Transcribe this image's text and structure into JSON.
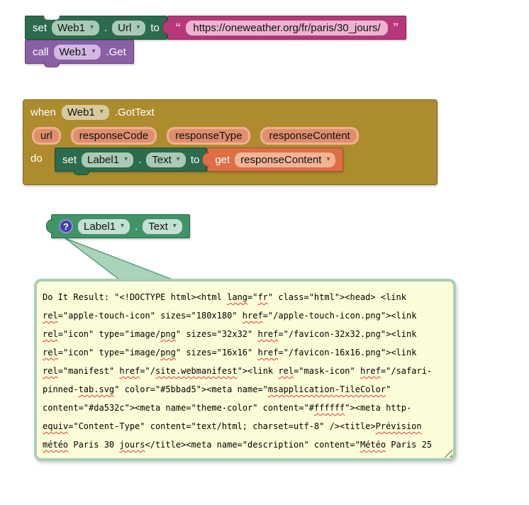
{
  "icons": {
    "dropdown_caret": "▾",
    "help": "?",
    "open_quote": "“",
    "close_quote": "”"
  },
  "blocks": {
    "set_web_url": {
      "set": "set",
      "component": "Web1",
      "dot": ".",
      "property": "Url",
      "to": "to"
    },
    "url_text": {
      "value": "https://oneweather.org/fr/paris/30_jours/"
    },
    "call_web_get": {
      "call": "call",
      "component": "Web1",
      "method": ".Get"
    },
    "when_web_gottext": {
      "when": "when",
      "component": "Web1",
      "event": ".GotText",
      "do": "do",
      "params": [
        "url",
        "responseCode",
        "responseType",
        "responseContent"
      ]
    },
    "set_label_text": {
      "set": "set",
      "component": "Label1",
      "dot": ".",
      "property": "Text",
      "to": "to"
    },
    "get_response_content": {
      "get": "get",
      "variable": "responseContent"
    },
    "label_text_getter": {
      "component": "Label1",
      "dot": ".",
      "property": "Text"
    }
  },
  "do_it_result": {
    "lines": [
      [
        {
          "t": "Do It Result: \"<!DOCTYPE html><html "
        },
        {
          "t": "lang",
          "m": true
        },
        {
          "t": "=\""
        },
        {
          "t": "fr",
          "m": true
        },
        {
          "t": "\" class=\"html\"><head> <link"
        }
      ],
      [
        {
          "t": "rel",
          "m": true
        },
        {
          "t": "=\"apple-touch-icon\" sizes=\"180x180\" "
        },
        {
          "t": "href",
          "m": true
        },
        {
          "t": "=\"/apple-touch-icon.png\"><link"
        }
      ],
      [
        {
          "t": "rel",
          "m": true
        },
        {
          "t": "=\"icon\" type=\"image/"
        },
        {
          "t": "png",
          "m": true
        },
        {
          "t": "\" sizes=\"32x32\" "
        },
        {
          "t": "href",
          "m": true
        },
        {
          "t": "=\"/favicon-32x32.png\"><link"
        }
      ],
      [
        {
          "t": "rel",
          "m": true
        },
        {
          "t": "=\"icon\" type=\"image/"
        },
        {
          "t": "png",
          "m": true
        },
        {
          "t": "\" sizes=\"16x16\" "
        },
        {
          "t": "href",
          "m": true
        },
        {
          "t": "=\"/favicon-16x16.png\"><link"
        }
      ],
      [
        {
          "t": "rel",
          "m": true
        },
        {
          "t": "=\"manifest\" "
        },
        {
          "t": "href",
          "m": true
        },
        {
          "t": "=\"/"
        },
        {
          "t": "site.webmanifest",
          "m": true
        },
        {
          "t": "\"><link "
        },
        {
          "t": "rel",
          "m": true
        },
        {
          "t": "=\"mask-icon\" "
        },
        {
          "t": "href",
          "m": true
        },
        {
          "t": "=\"/safari-"
        }
      ],
      [
        {
          "t": "pinned-"
        },
        {
          "t": "tab.svg",
          "m": true
        },
        {
          "t": "\" color=\"#5bbad5\"><meta name=\""
        },
        {
          "t": "msapplication-TileColor",
          "m": true
        },
        {
          "t": "\""
        }
      ],
      [
        {
          "t": "content=\"#da532c\"><meta name=\"theme-color\" content=\"#"
        },
        {
          "t": "ffffff",
          "m": true
        },
        {
          "t": "\"><meta http-"
        }
      ],
      [
        {
          "t": "equiv",
          "m": true
        },
        {
          "t": "=\"Content-Type\" content=\"text/html; charset=utf-8\" /><title>"
        },
        {
          "t": "Prévision",
          "m": true
        }
      ],
      [
        {
          "t": "météo",
          "m": true
        },
        {
          "t": " Paris 30 "
        },
        {
          "t": "jours",
          "m": true
        },
        {
          "t": "</title><meta name=\"description\" content=\""
        },
        {
          "t": "Météo",
          "m": true
        },
        {
          "t": " Paris 25"
        }
      ]
    ]
  },
  "colors": {
    "setter_green": "#2C6B4E",
    "getter_green": "#3F9468",
    "call_purple": "#8A5FA5",
    "text_magenta": "#B5397A",
    "event_gold": "#AD8C2D",
    "param_salmon": "#E08E6C",
    "variable_orange": "#DD6E45",
    "tooltip_bg": "#FCFDD8",
    "tooltip_border": "#A8CFB5",
    "squiggle_red": "#E03A2F",
    "help_icon_blue": "#4141A8"
  }
}
